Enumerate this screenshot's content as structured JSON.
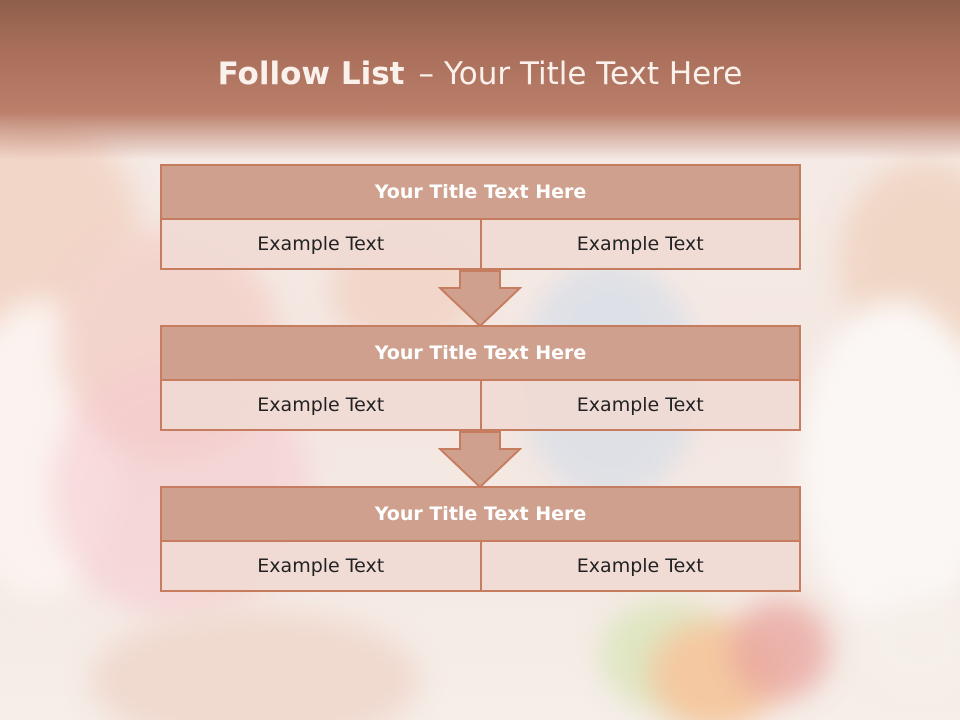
{
  "slide": {
    "title_bold": "Follow List",
    "title_dash": "–",
    "title_rest": "Your Title Text Here"
  },
  "blocks": [
    {
      "title": "Your Title Text Here",
      "left_text": "Example Text",
      "right_text": "Example Text"
    },
    {
      "title": "Your Title Text Here",
      "left_text": "Example Text",
      "right_text": "Example Text"
    },
    {
      "title": "Your Title Text Here",
      "left_text": "Example Text",
      "right_text": "Example Text"
    }
  ],
  "colors": {
    "banner": "#a86e5a",
    "header_fill": "#cfa08d",
    "border": "#c67c5f",
    "cell_fill": "#f0dad4"
  },
  "icons": [
    "down-arrow-icon"
  ]
}
